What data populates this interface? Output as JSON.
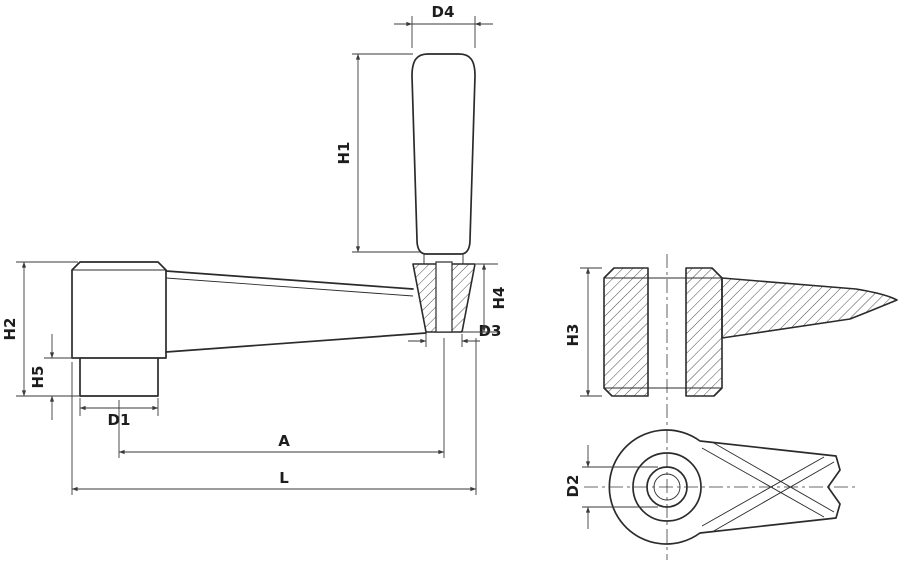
{
  "drawing": {
    "kind": "dimensioned technical drawing of a crank handle (front view, side section, top view)",
    "dimensions": {
      "D4": "D4",
      "H1": "H1",
      "H2": "H2",
      "H5": "H5",
      "D1": "D1",
      "A": "A",
      "L": "L",
      "D3": "D3",
      "H4": "H4",
      "H3": "H3",
      "D2": "D2"
    },
    "colors": {
      "line": "#2b2b2b",
      "dimension_line": "#3a3a3a",
      "background": "#ffffff"
    }
  }
}
